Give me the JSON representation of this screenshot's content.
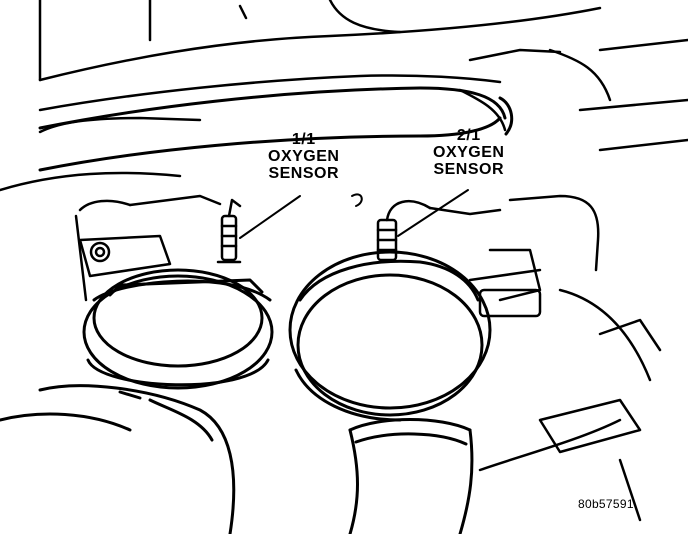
{
  "callouts": [
    {
      "line1": "1/1",
      "line2": "OXYGEN",
      "line3": "SENSOR"
    },
    {
      "line1": "2/1",
      "line2": "OXYGEN",
      "line3": "SENSOR"
    }
  ],
  "figure_id": "80b57591",
  "colors": {
    "ink": "#000000",
    "paper": "#ffffff"
  }
}
